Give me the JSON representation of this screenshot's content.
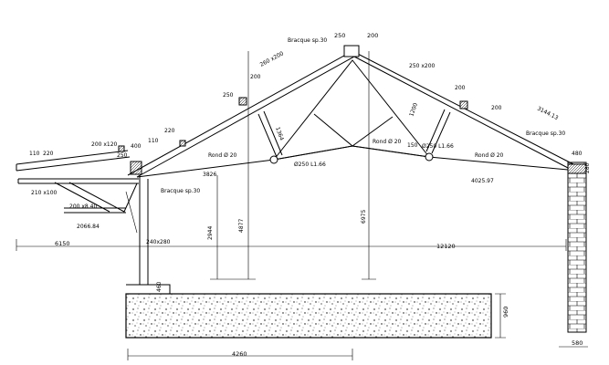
{
  "drawing": {
    "dims": {
      "d250": "250",
      "d200_top": "200",
      "d4260": "4260",
      "d12120": "12120",
      "d6150": "6150",
      "d580": "580",
      "d960": "960",
      "d400": "400",
      "d2066": "2066.84",
      "d240x280": "240x280",
      "d110": "110",
      "d220": "220",
      "d200x120": "200 x120",
      "d200x40": "200 x8 40",
      "d210x100": "210 x100",
      "d2944": "2944",
      "d4877": "4877",
      "d6975": "6975",
      "d3826": "3826",
      "d1364": "1364",
      "d1200": "1200",
      "d4025": "4025.97",
      "d3144": "3144.13",
      "d280": "280",
      "d260x200_l": "260 x200",
      "d250x200_r": "250 x200",
      "d150": "150",
      "d200_r": "200",
      "d200_r2": "200",
      "d220_l": "220",
      "d110_l": "110",
      "d250_l": "250",
      "d480": "480",
      "d460": "460",
      "d200_l": "200",
      "d250_l2": "250"
    },
    "labels": {
      "bolt_left": "Ø250 L1.66",
      "bolt_right": "Ø250 L1.66",
      "rod_left": "Rond Ø 20",
      "rod_mid": "Rond Ø 20",
      "rod_right": "Rond Ø 20",
      "bracket_left": "Bracque sp.30",
      "bracket_top": "Bracque sp.30",
      "bracket_right": "Bracque sp.30"
    }
  }
}
